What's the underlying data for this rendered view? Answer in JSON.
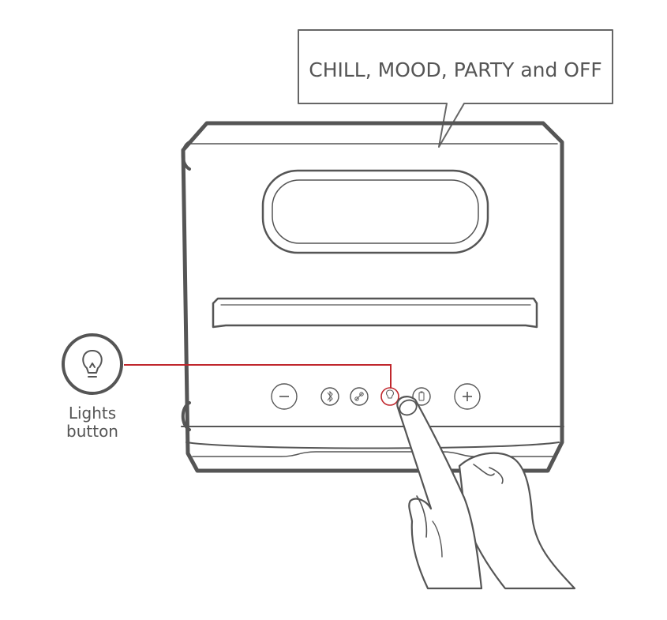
{
  "callout": {
    "text": "CHILL, MOOD, PARTY and OFF"
  },
  "legend": {
    "icon": "lightbulb-icon",
    "label_line1": "Lights",
    "label_line2": "button"
  },
  "buttons": [
    {
      "name": "volume-down-button",
      "glyph": "−",
      "icon": "minus-icon"
    },
    {
      "name": "bluetooth-button",
      "glyph": "✱",
      "icon": "bluetooth-icon"
    },
    {
      "name": "link-button",
      "glyph": "∞",
      "icon": "link-icon"
    },
    {
      "name": "lights-button",
      "glyph": "",
      "icon": "lightbulb-icon"
    },
    {
      "name": "battery-button",
      "glyph": "",
      "icon": "battery-icon"
    },
    {
      "name": "volume-up-button",
      "glyph": "+",
      "icon": "plus-icon"
    }
  ],
  "colors": {
    "outline": "#555555",
    "highlight": "#c0272d",
    "text": "#555555"
  }
}
